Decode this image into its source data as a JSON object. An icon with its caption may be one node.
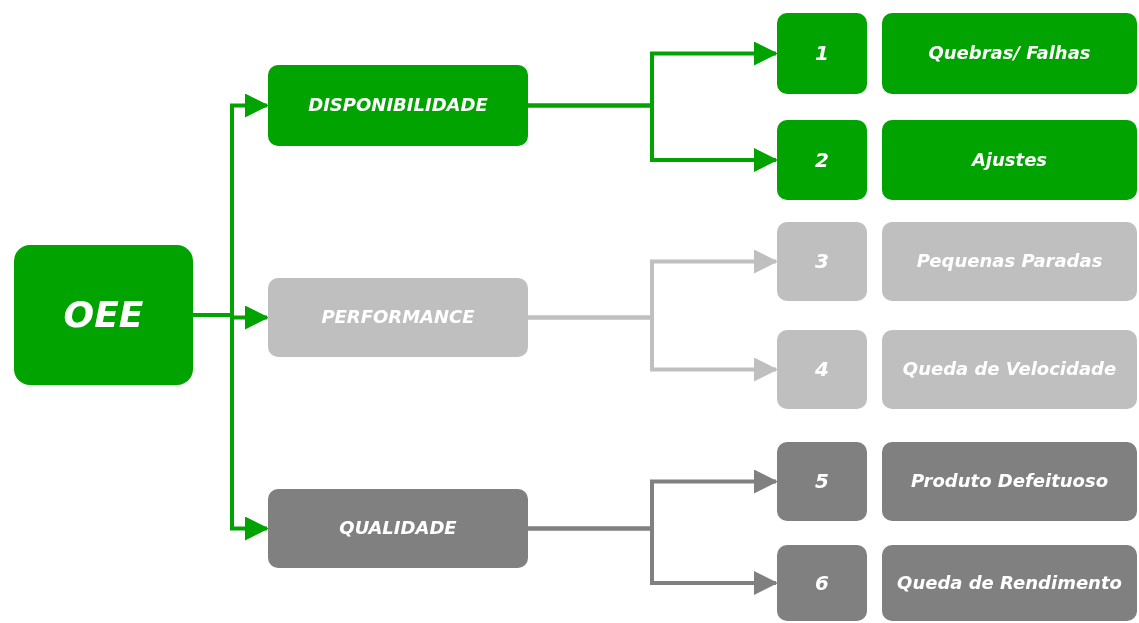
{
  "diagram": {
    "nodes": [
      {
        "text": [
          "OEE"
        ]
      },
      {
        "text": [
          "DISPONIBILIDADE"
        ]
      },
      {
        "text": [
          "PERFORMANCE"
        ]
      },
      {
        "text": [
          "QUALIDADE"
        ]
      },
      {
        "text": [
          "1"
        ]
      },
      {
        "text": [
          "Quebras/ Falhas"
        ]
      },
      {
        "text": [
          "2"
        ]
      },
      {
        "text": [
          "Ajustes"
        ]
      },
      {
        "text": [
          "3"
        ]
      },
      {
        "text": [
          "Pequenas Paradas"
        ]
      },
      {
        "text": [
          "4"
        ]
      },
      {
        "text": [
          "Queda de Velocidade"
        ]
      },
      {
        "text": [
          "5"
        ]
      },
      {
        "text": [
          "Produto Defeituoso"
        ]
      },
      {
        "text": [
          "6"
        ]
      },
      {
        "text": [
          "Queda de Rendimento"
        ]
      }
    ],
    "edges": [
      {
        "from": 0,
        "to": 1,
        "arrow": "to"
      },
      {
        "from": 0,
        "to": 2,
        "arrow": "to"
      },
      {
        "from": 0,
        "to": 3,
        "arrow": "to"
      },
      {
        "from": 1,
        "to": 4,
        "arrow": "to"
      },
      {
        "from": 1,
        "to": 6,
        "arrow": "to"
      },
      {
        "from": 2,
        "to": 8,
        "arrow": "to",
        "color": "#bfbfbf"
      },
      {
        "from": 2,
        "to": 10,
        "arrow": "to",
        "color": "#bfbfbf"
      },
      {
        "from": 3,
        "to": 12,
        "arrow": "to",
        "color": "#808080"
      },
      {
        "from": 3,
        "to": 14,
        "arrow": "to",
        "color": "#808080"
      }
    ]
  }
}
